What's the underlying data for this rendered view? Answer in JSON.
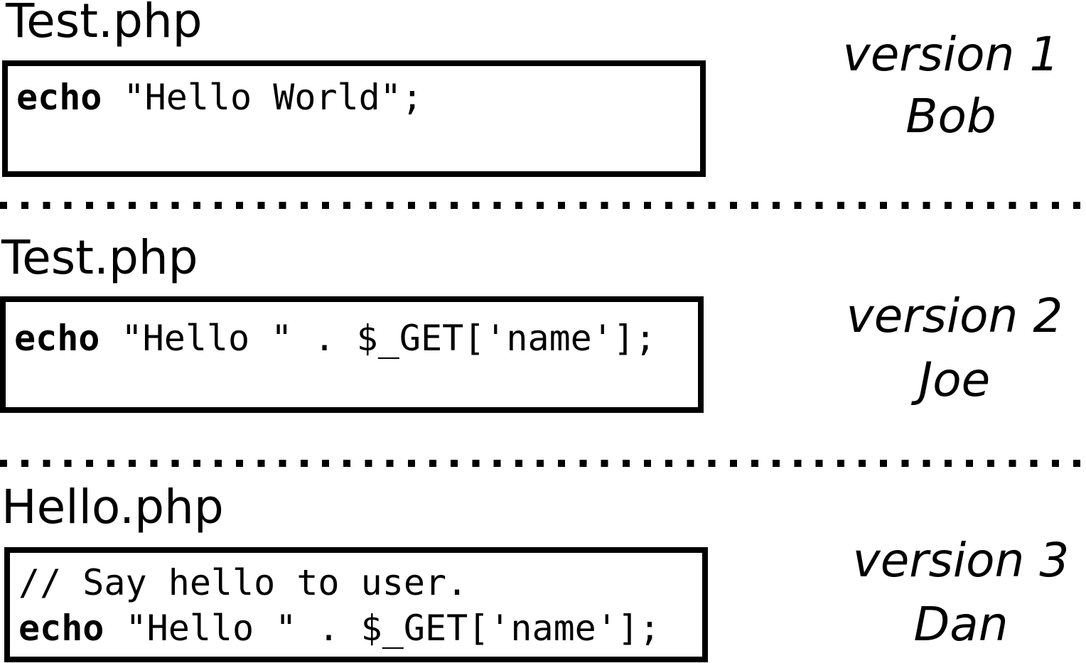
{
  "versions": [
    {
      "filename": "Test.php",
      "code": [
        {
          "keyword": "echo",
          "rest": " \"Hello World\";"
        }
      ],
      "version_label": "version 1",
      "author": "Bob"
    },
    {
      "filename": "Test.php",
      "code": [
        {
          "keyword": "echo",
          "rest": " \"Hello \" . $_GET['name'];"
        }
      ],
      "version_label": "version 2",
      "author": "Joe"
    },
    {
      "filename": "Hello.php",
      "code": [
        {
          "keyword": "",
          "rest": "// Say hello to user."
        },
        {
          "keyword": "echo",
          "rest": " \"Hello \" . $_GET['name'];"
        }
      ],
      "version_label": "version 3",
      "author": "Dan"
    }
  ]
}
